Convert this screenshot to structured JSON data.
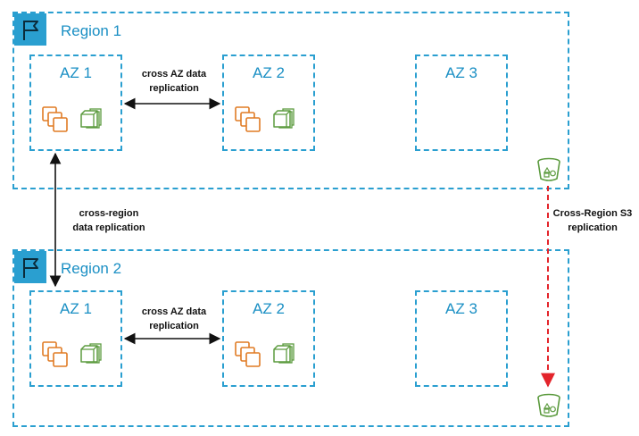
{
  "regions": [
    {
      "title": "Region 1",
      "azs": [
        {
          "label": "AZ 1"
        },
        {
          "label": "AZ 2"
        },
        {
          "label": "AZ 3"
        }
      ],
      "cross_az_label": [
        "cross AZ data",
        "replication"
      ]
    },
    {
      "title": "Region 2",
      "azs": [
        {
          "label": "AZ 1"
        },
        {
          "label": "AZ 2"
        },
        {
          "label": "AZ 3"
        }
      ],
      "cross_az_label": [
        "cross AZ data",
        "replication"
      ]
    }
  ],
  "cross_region_label": [
    "cross-region",
    "data replication"
  ],
  "s3_replication_label": [
    "Cross-Region S3",
    "replication"
  ],
  "icons": {
    "region": "flag-icon",
    "compute": "instances-icon",
    "storage": "storage-icon",
    "bucket": "s3-bucket-icon"
  },
  "colors": {
    "border": "#2a9fd0",
    "compute": "#e07b24",
    "storage": "#5c9b3f",
    "s3_arrow": "#e3242b",
    "arrow": "#111111"
  }
}
